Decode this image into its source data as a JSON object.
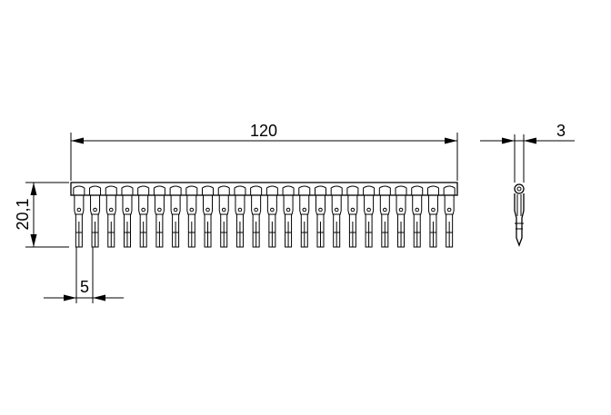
{
  "dimensions": {
    "length": "120",
    "height": "20,1",
    "pitch": "5",
    "thickness": "3"
  },
  "comb": {
    "pin_count": 24
  }
}
